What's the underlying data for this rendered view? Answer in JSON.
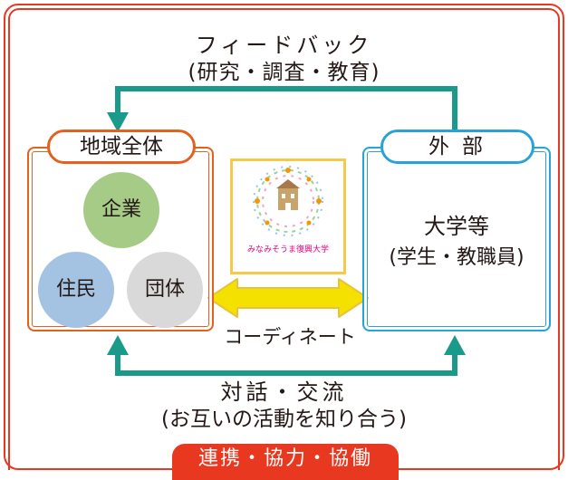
{
  "feedback": {
    "line1": "フィードバック",
    "line2": "(研究・調査・教育)"
  },
  "dialogue": {
    "line1": "対話・交流",
    "line2": "(お互いの活動を知り合う)"
  },
  "coordinate_label": "コーディネート",
  "left_group": {
    "title": "地域全体",
    "circles": [
      "企業",
      "住民",
      "団体"
    ]
  },
  "right_group": {
    "title": "外部",
    "line1": "大学等",
    "line2": "(学生・教職員)"
  },
  "logo": {
    "name": "みなみそうま復興大学",
    "subtitle": ""
  },
  "banner": "連携・協力・協働",
  "colors": {
    "frame": "#e83820",
    "left_accent": "#e2611f",
    "right_accent": "#2aa2d8",
    "arrow": "#1a9a8a",
    "coordinate_arrow": "#f5e100",
    "circle_green": "#a6cb86",
    "circle_blue": "#a4c3e2",
    "circle_gray": "#d9d9d9"
  }
}
